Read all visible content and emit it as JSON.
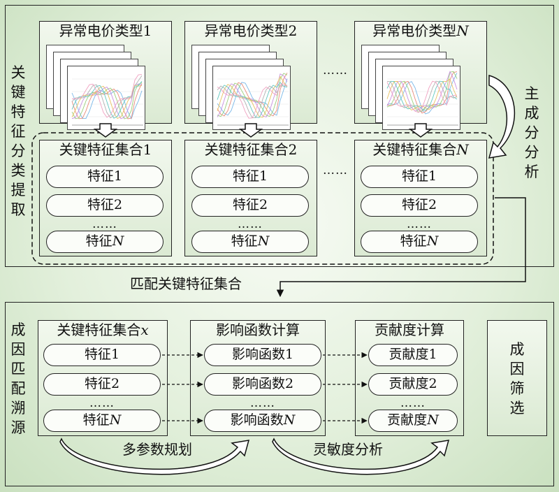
{
  "top": {
    "side_label": "关键特征分类提取",
    "pca_label": "主成分分析",
    "types": [
      {
        "title": "异常电价类型1",
        "prefix": "异常电价类型",
        "suffix": "1"
      },
      {
        "title": "异常电价类型2",
        "prefix": "异常电价类型",
        "suffix": "2"
      },
      {
        "title": "异常电价类型N",
        "prefix": "异常电价类型",
        "suffix": "N"
      }
    ],
    "feature_sets": [
      {
        "title": "关键特征集合1",
        "prefix": "关键特征集合",
        "suffix": "1"
      },
      {
        "title": "关键特征集合2",
        "prefix": "关键特征集合",
        "suffix": "2"
      },
      {
        "title": "关键特征集合N",
        "prefix": "关键特征集合",
        "suffix": "N"
      }
    ],
    "features": [
      {
        "prefix": "特征",
        "suffix": "1"
      },
      {
        "prefix": "特征",
        "suffix": "2"
      },
      {
        "prefix": "特征",
        "suffix": "N"
      }
    ],
    "ellipsis": "……",
    "h_ellipsis": "……"
  },
  "match_label": "匹配关键特征集合",
  "bottom": {
    "side_label": "成因匹配溯源",
    "feature_set": {
      "prefix": "关键特征集合",
      "suffix": "x"
    },
    "features": [
      {
        "prefix": "特征",
        "suffix": "1"
      },
      {
        "prefix": "特征",
        "suffix": "2"
      },
      {
        "prefix": "特征",
        "suffix": "N"
      }
    ],
    "influence": {
      "title": "影响函数计算",
      "items": [
        {
          "prefix": "影响函数",
          "suffix": "1"
        },
        {
          "prefix": "影响函数",
          "suffix": "2"
        },
        {
          "prefix": "影响函数",
          "suffix": "N"
        }
      ]
    },
    "contribution": {
      "title": "贡献度计算",
      "items": [
        {
          "prefix": "贡献度",
          "suffix": "1"
        },
        {
          "prefix": "贡献度",
          "suffix": "2"
        },
        {
          "prefix": "贡献度",
          "suffix": "N"
        }
      ]
    },
    "screening": "成因筛选",
    "multi_param": "多参数规划",
    "sensitivity": "灵敏度分析",
    "ellipsis": "……"
  }
}
